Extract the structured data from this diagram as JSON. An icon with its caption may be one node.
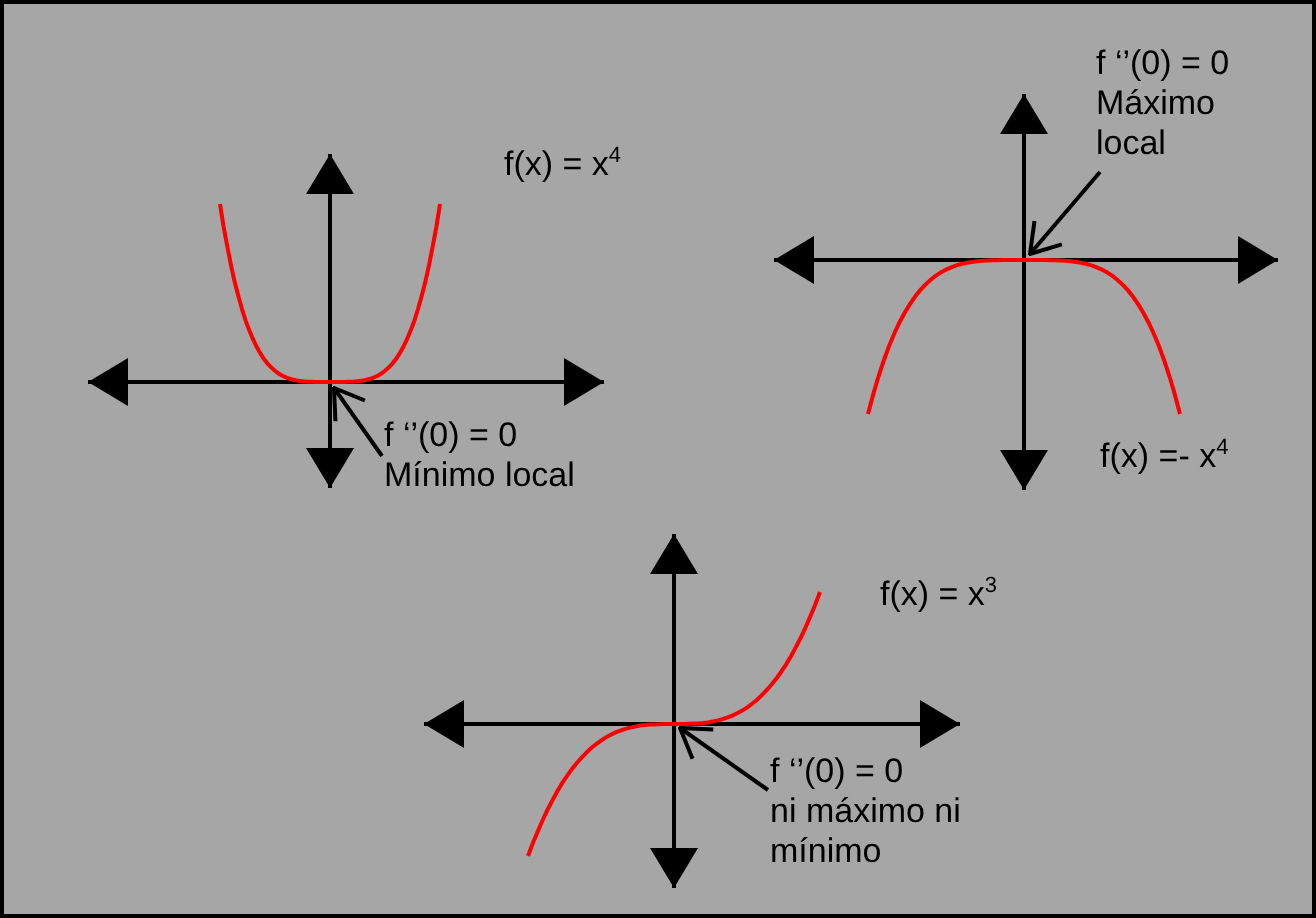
{
  "diagram": {
    "nodes": [
      {
        "text": [
          "f ‘’(0) = 0",
          "Mínimo local"
        ]
      },
      {
        "text": [
          "f ‘’(0) = 0",
          "Máximo local"
        ]
      },
      {
        "text": [
          "f ‘’(0) = 0",
          "ni máximo ni mínimo"
        ]
      },
      {
        "text": [],
        "shape": "curve",
        "beside": [
          "f(x) = x$^{4}$"
        ]
      },
      {
        "text": [],
        "shape": "curve",
        "beside": [
          "f(x) =- x$^{4}$"
        ]
      },
      {
        "text": [],
        "shape": "curve",
        "beside": [
          "f(x) = x$^{3}$"
        ]
      }
    ],
    "edges": [
      {
        "from": 0,
        "to": 3,
        "arrow": "to"
      },
      {
        "from": 1,
        "to": 4,
        "arrow": "to"
      },
      {
        "from": 2,
        "to": 5,
        "arrow": "to"
      }
    ]
  }
}
